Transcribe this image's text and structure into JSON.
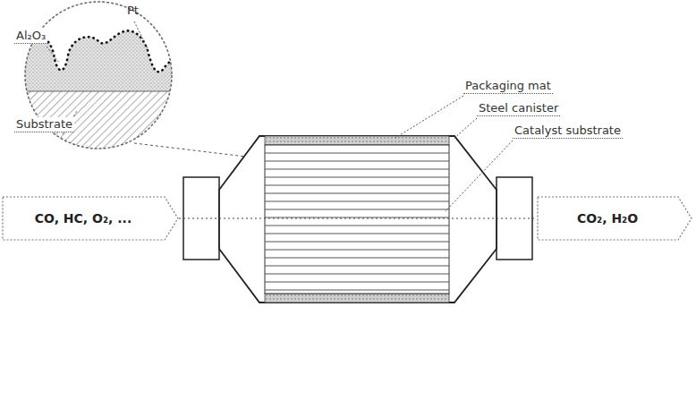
{
  "diagram": {
    "nodes": [
      {
        "text": [
          "CO, HC, O₂, ..."
        ]
      },
      {
        "text": [
          "CO₂, H₂O"
        ]
      }
    ],
    "labels": [
      "Al₂O₃",
      "Pt",
      "Packaging mat",
      "Steel canister",
      "Catalyst substrate",
      "Substrate"
    ]
  }
}
